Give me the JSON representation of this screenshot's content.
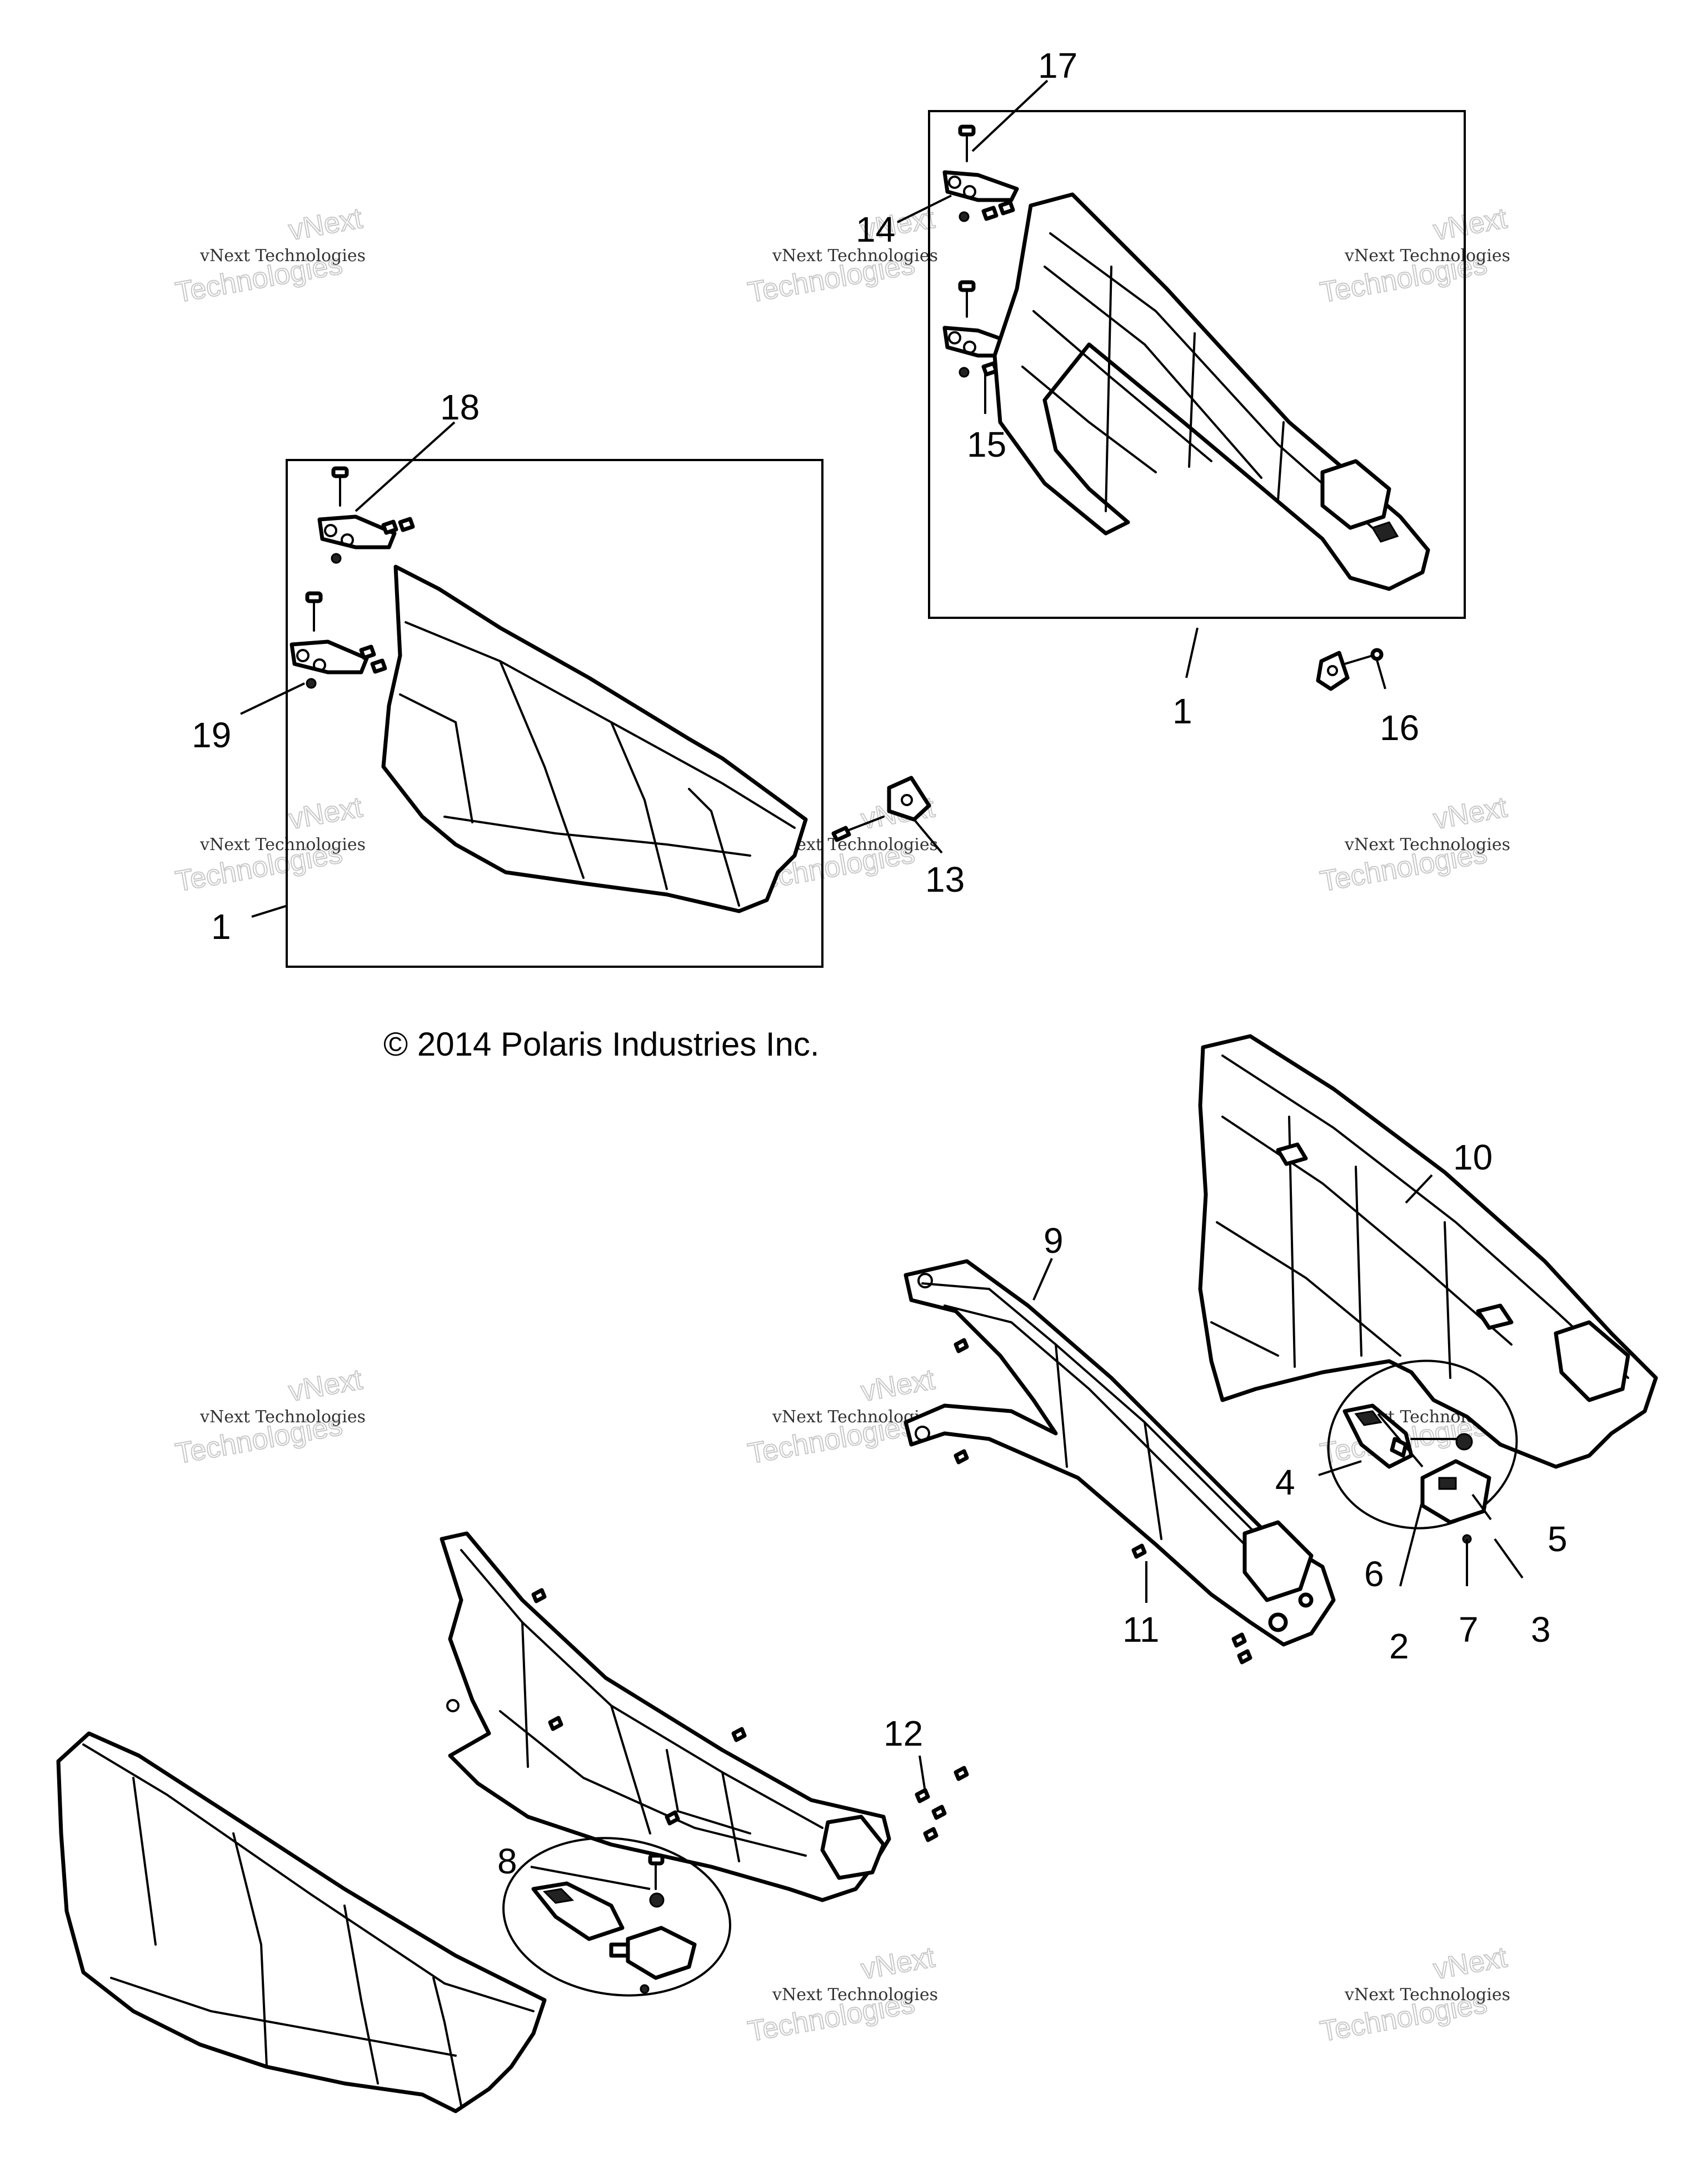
{
  "copyright": "© 2014 Polaris Industries Inc.",
  "watermark": {
    "line1": "vNext Technologies",
    "line2": "vNext",
    "line3": "Technologies"
  },
  "callouts": {
    "c1a": "1",
    "c1b": "1",
    "c2": "2",
    "c3": "3",
    "c4": "4",
    "c5": "5",
    "c6": "6",
    "c7": "7",
    "c8": "8",
    "c9": "9",
    "c10": "10",
    "c11": "11",
    "c12": "12",
    "c13": "13",
    "c14": "14",
    "c15": "15",
    "c16": "16",
    "c17": "17",
    "c18": "18",
    "c19": "19"
  }
}
